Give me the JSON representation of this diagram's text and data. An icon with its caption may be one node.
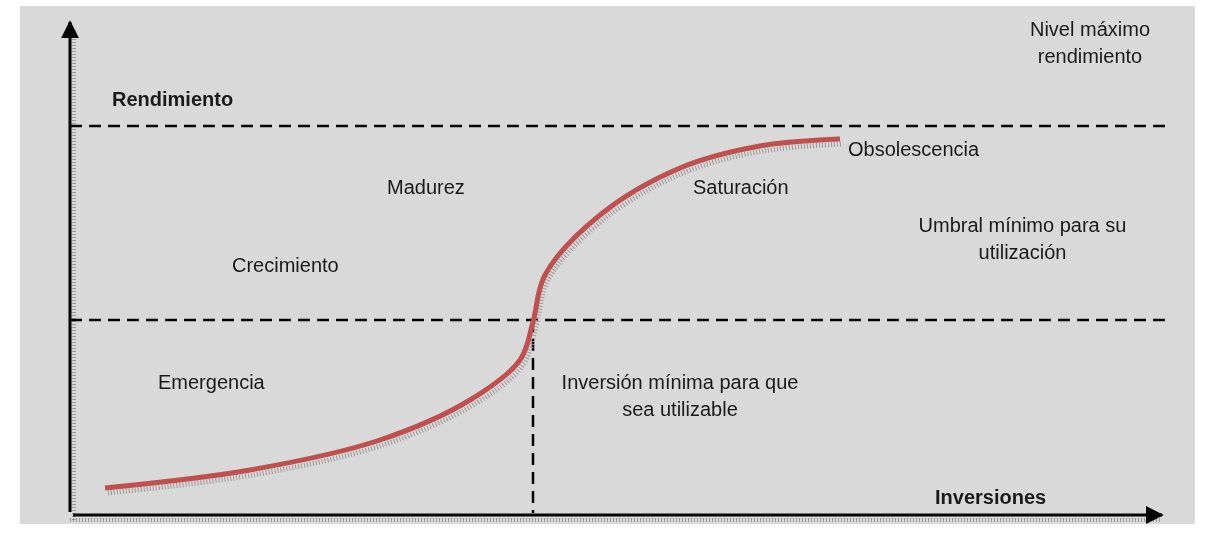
{
  "diagram": {
    "labels": [
      "Nivel máximo rendimiento",
      "Rendimiento",
      "Obsolescencia",
      "Madurez",
      "Saturación",
      "Umbral mínimo para su utilización",
      "Crecimiento",
      "Emergencia",
      "Inversión mínima para que sea utilizable",
      "Inversiones"
    ]
  }
}
